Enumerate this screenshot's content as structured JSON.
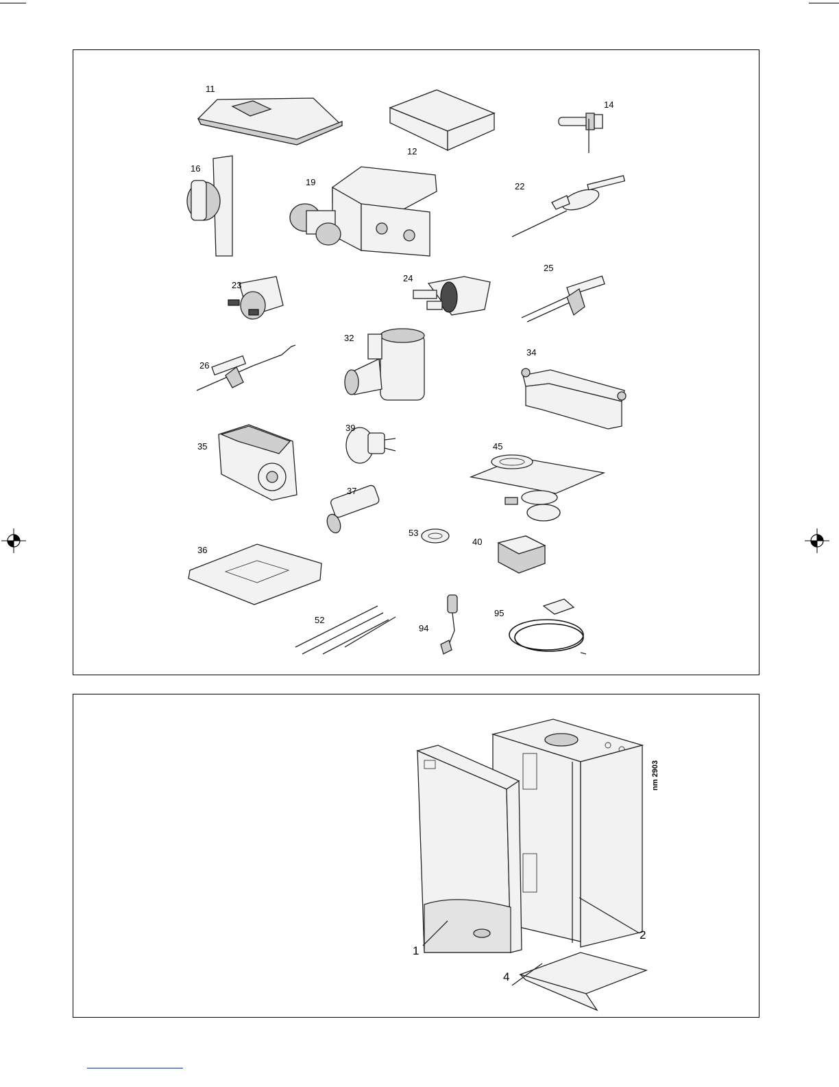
{
  "top_panel": {
    "labels": [
      "11",
      "12",
      "14",
      "16",
      "19",
      "22",
      "23",
      "24",
      "25",
      "26",
      "32",
      "34",
      "35",
      "39",
      "45",
      "37",
      "53",
      "40",
      "36",
      "52",
      "94",
      "95"
    ]
  },
  "bottom_panel": {
    "labels": [
      "1",
      "2",
      "4"
    ],
    "drawing_code": "nm 2903"
  }
}
